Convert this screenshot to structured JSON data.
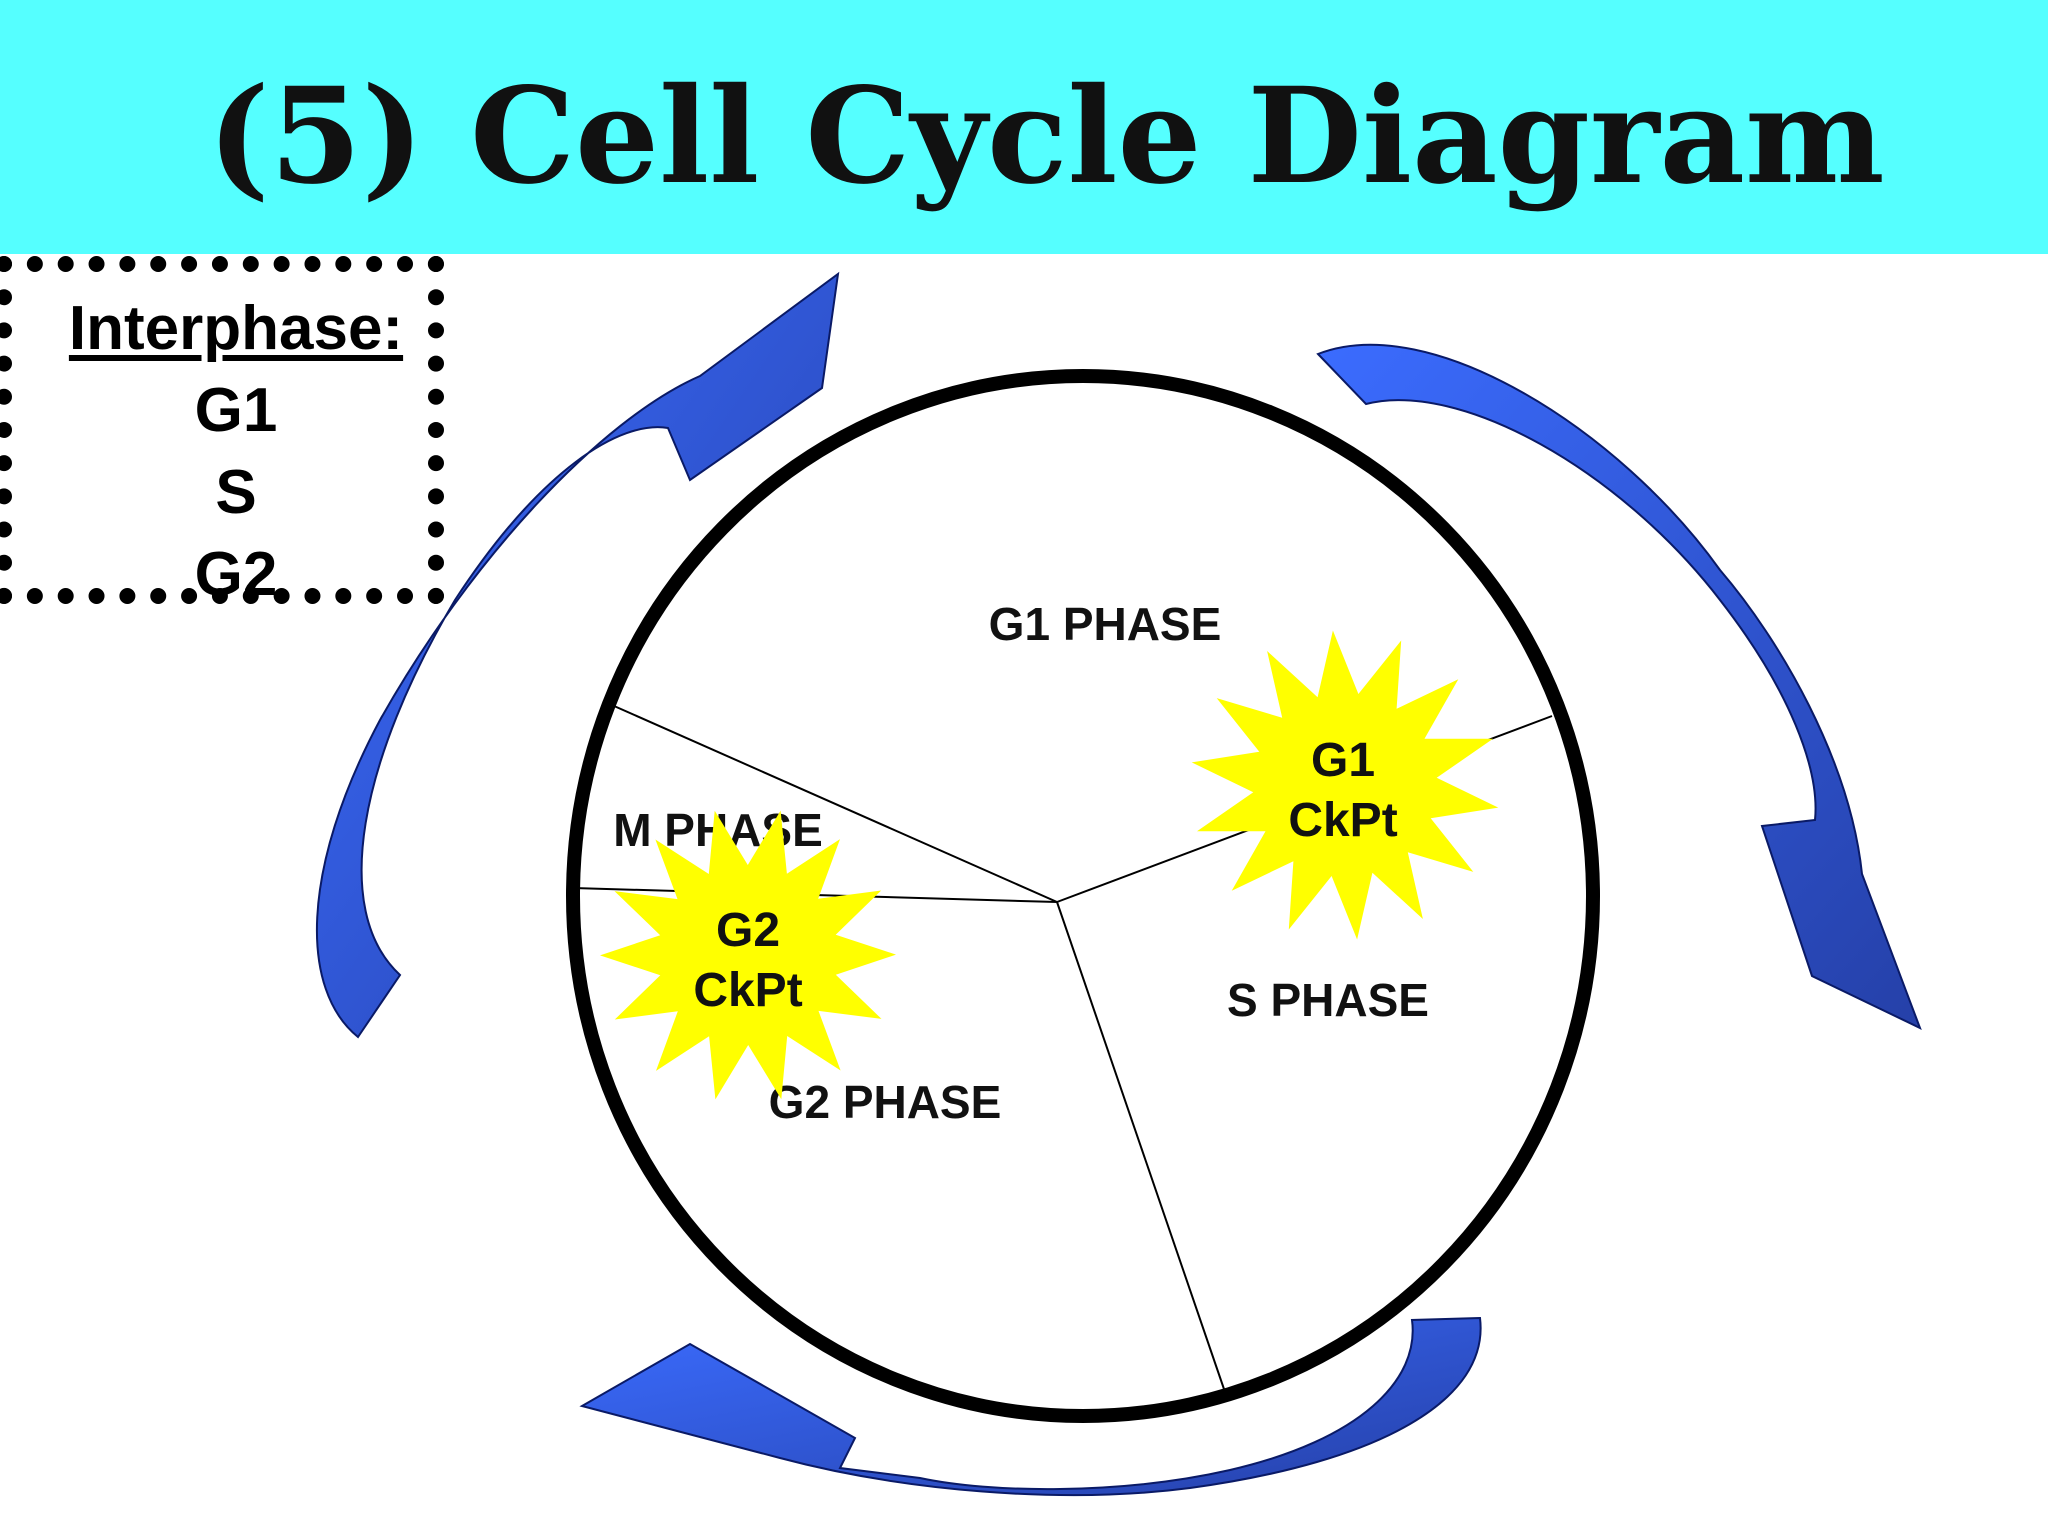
{
  "title": "(5)  Cell Cycle Diagram",
  "legend": {
    "title": "Interphase:",
    "items": [
      "G1",
      "S",
      "G2"
    ]
  },
  "phases": {
    "g1": "G1 PHASE",
    "s": "S PHASE",
    "g2": "G2 PHASE",
    "m": "M PHASE"
  },
  "checkpoints": {
    "g1": {
      "line1": "G1",
      "line2": "CkPt"
    },
    "g2": {
      "line1": "G2",
      "line2": "CkPt"
    }
  },
  "colors": {
    "header_bg": "#55ffff",
    "arrow_light": "#3366ff",
    "arrow_dark": "#2a48b0",
    "star": "#ffff00"
  }
}
